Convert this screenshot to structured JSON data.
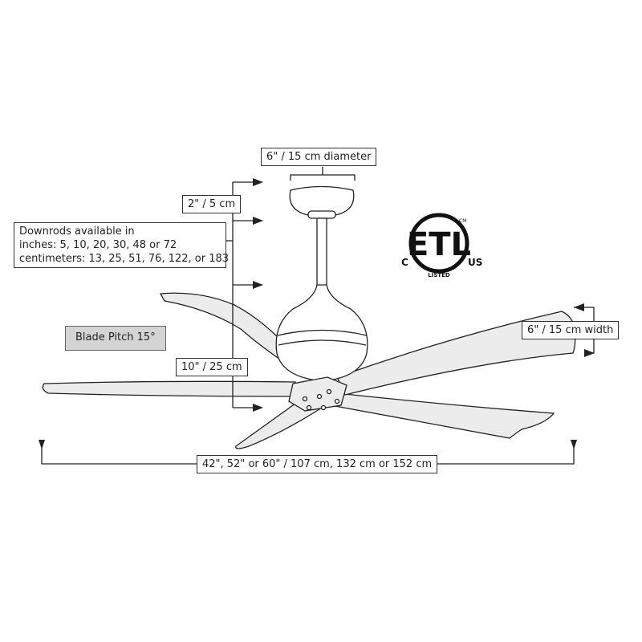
{
  "labels": {
    "diameter": "6\" / 15 cm diameter",
    "canopy_height": "2\" / 5 cm",
    "downrods_title": "Downrods available in",
    "downrods_inches": "inches: 5, 10, 20, 30, 48 or 72",
    "downrods_cm": "centimeters: 13, 25, 51, 76, 122, or 183",
    "blade_pitch": "Blade Pitch 15°",
    "motor_height": "10\" / 25 cm",
    "blade_width": "6\" / 15 cm width",
    "span": "42\", 52\" or 60\" / 107 cm, 132  cm or 152 cm"
  },
  "certification": {
    "mark": "ETL",
    "left": "C",
    "right": "US",
    "bottom": "LISTED",
    "small": "CM"
  },
  "colors": {
    "line": "#222222",
    "blade": "#ececec",
    "pitch_box": "#d4d4d4"
  }
}
